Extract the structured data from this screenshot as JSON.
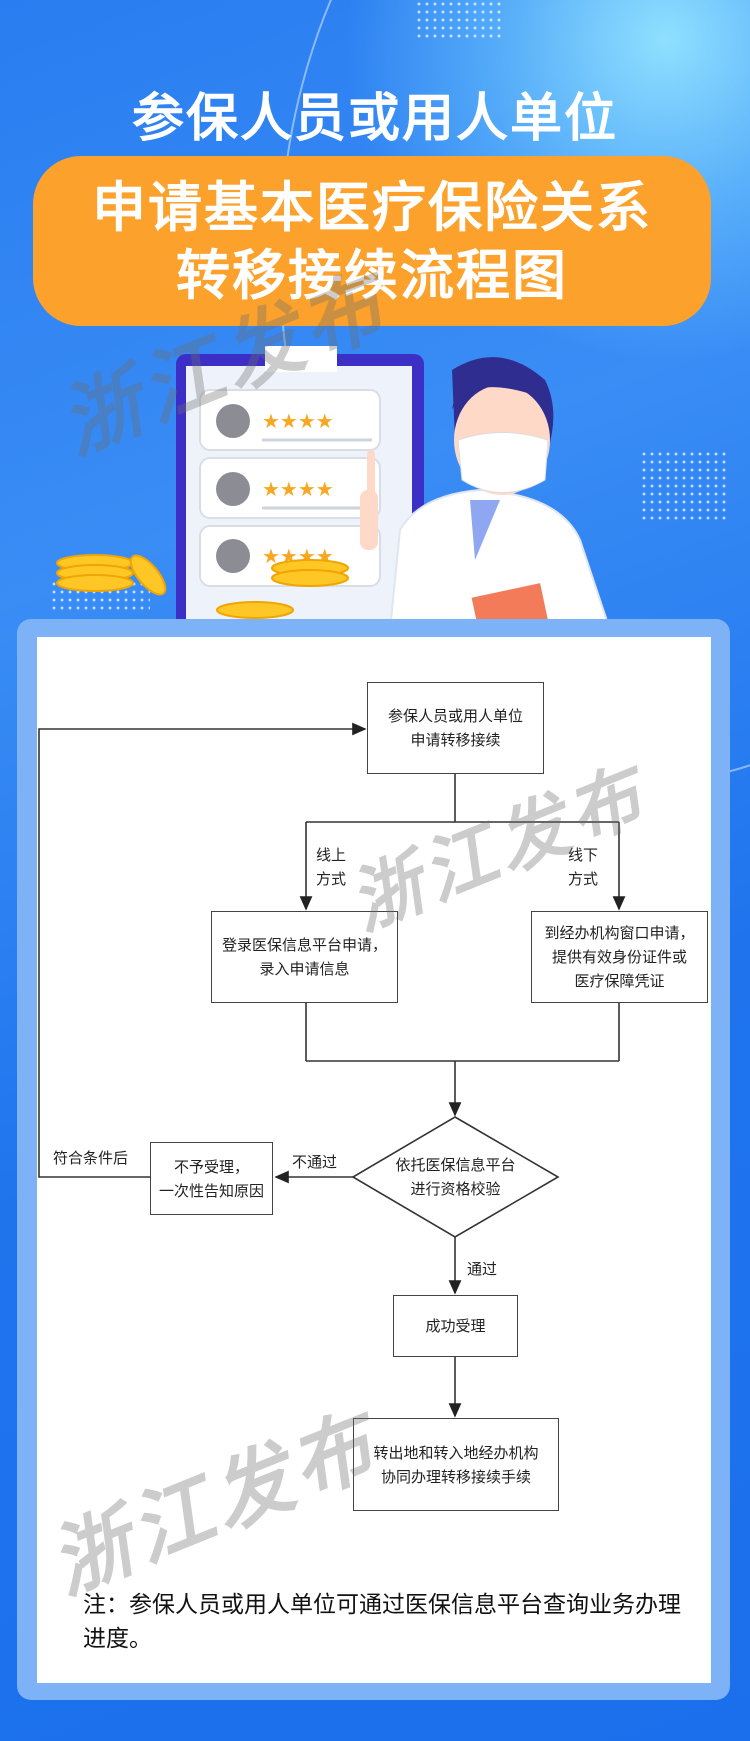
{
  "header": {
    "title_line1": "参保人员或用人单位",
    "title_line2": "申请基本医疗保险关系",
    "title_line3": "转移接续流程图",
    "watermark": "浙江发布"
  },
  "flowchart": {
    "start": {
      "line1": "参保人员或用人单位",
      "line2": "申请转移接续"
    },
    "online_label": {
      "line1": "线上",
      "line2": "方式"
    },
    "offline_label": {
      "line1": "线下",
      "line2": "方式"
    },
    "online_step": {
      "line1": "登录医保信息平台申请，",
      "line2": "录入申请信息"
    },
    "offline_step": {
      "line1": "到经办机构窗口申请，",
      "line2": "提供有效身份证件或",
      "line3": "医疗保障凭证"
    },
    "check": {
      "line1": "依托医保信息平台",
      "line2": "进行资格校验"
    },
    "fail_label": "不通过",
    "reject": {
      "line1": "不予受理，",
      "line2": "一次性告知原因"
    },
    "retry_label": "符合条件后",
    "pass_label": "通过",
    "accepted": "成功受理",
    "final": {
      "line1": "转出地和转入地经办机构",
      "line2": "协同办理转移接续手续"
    }
  },
  "note": "注：参保人员或用人单位可通过医保信息平台查询业务办理进度。",
  "colors": {
    "orange": "#fba12c",
    "blue": "#1f74ee",
    "panel": "#7eb2f6"
  }
}
